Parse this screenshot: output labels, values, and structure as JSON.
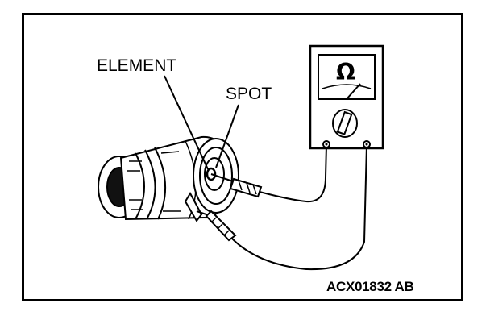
{
  "labels": {
    "element": "ELEMENT",
    "spot": "SPOT",
    "reference": "ACX01832 AB"
  },
  "meter": {
    "symbol": "Ω"
  },
  "colors": {
    "line": "#000000",
    "background": "#ffffff"
  }
}
